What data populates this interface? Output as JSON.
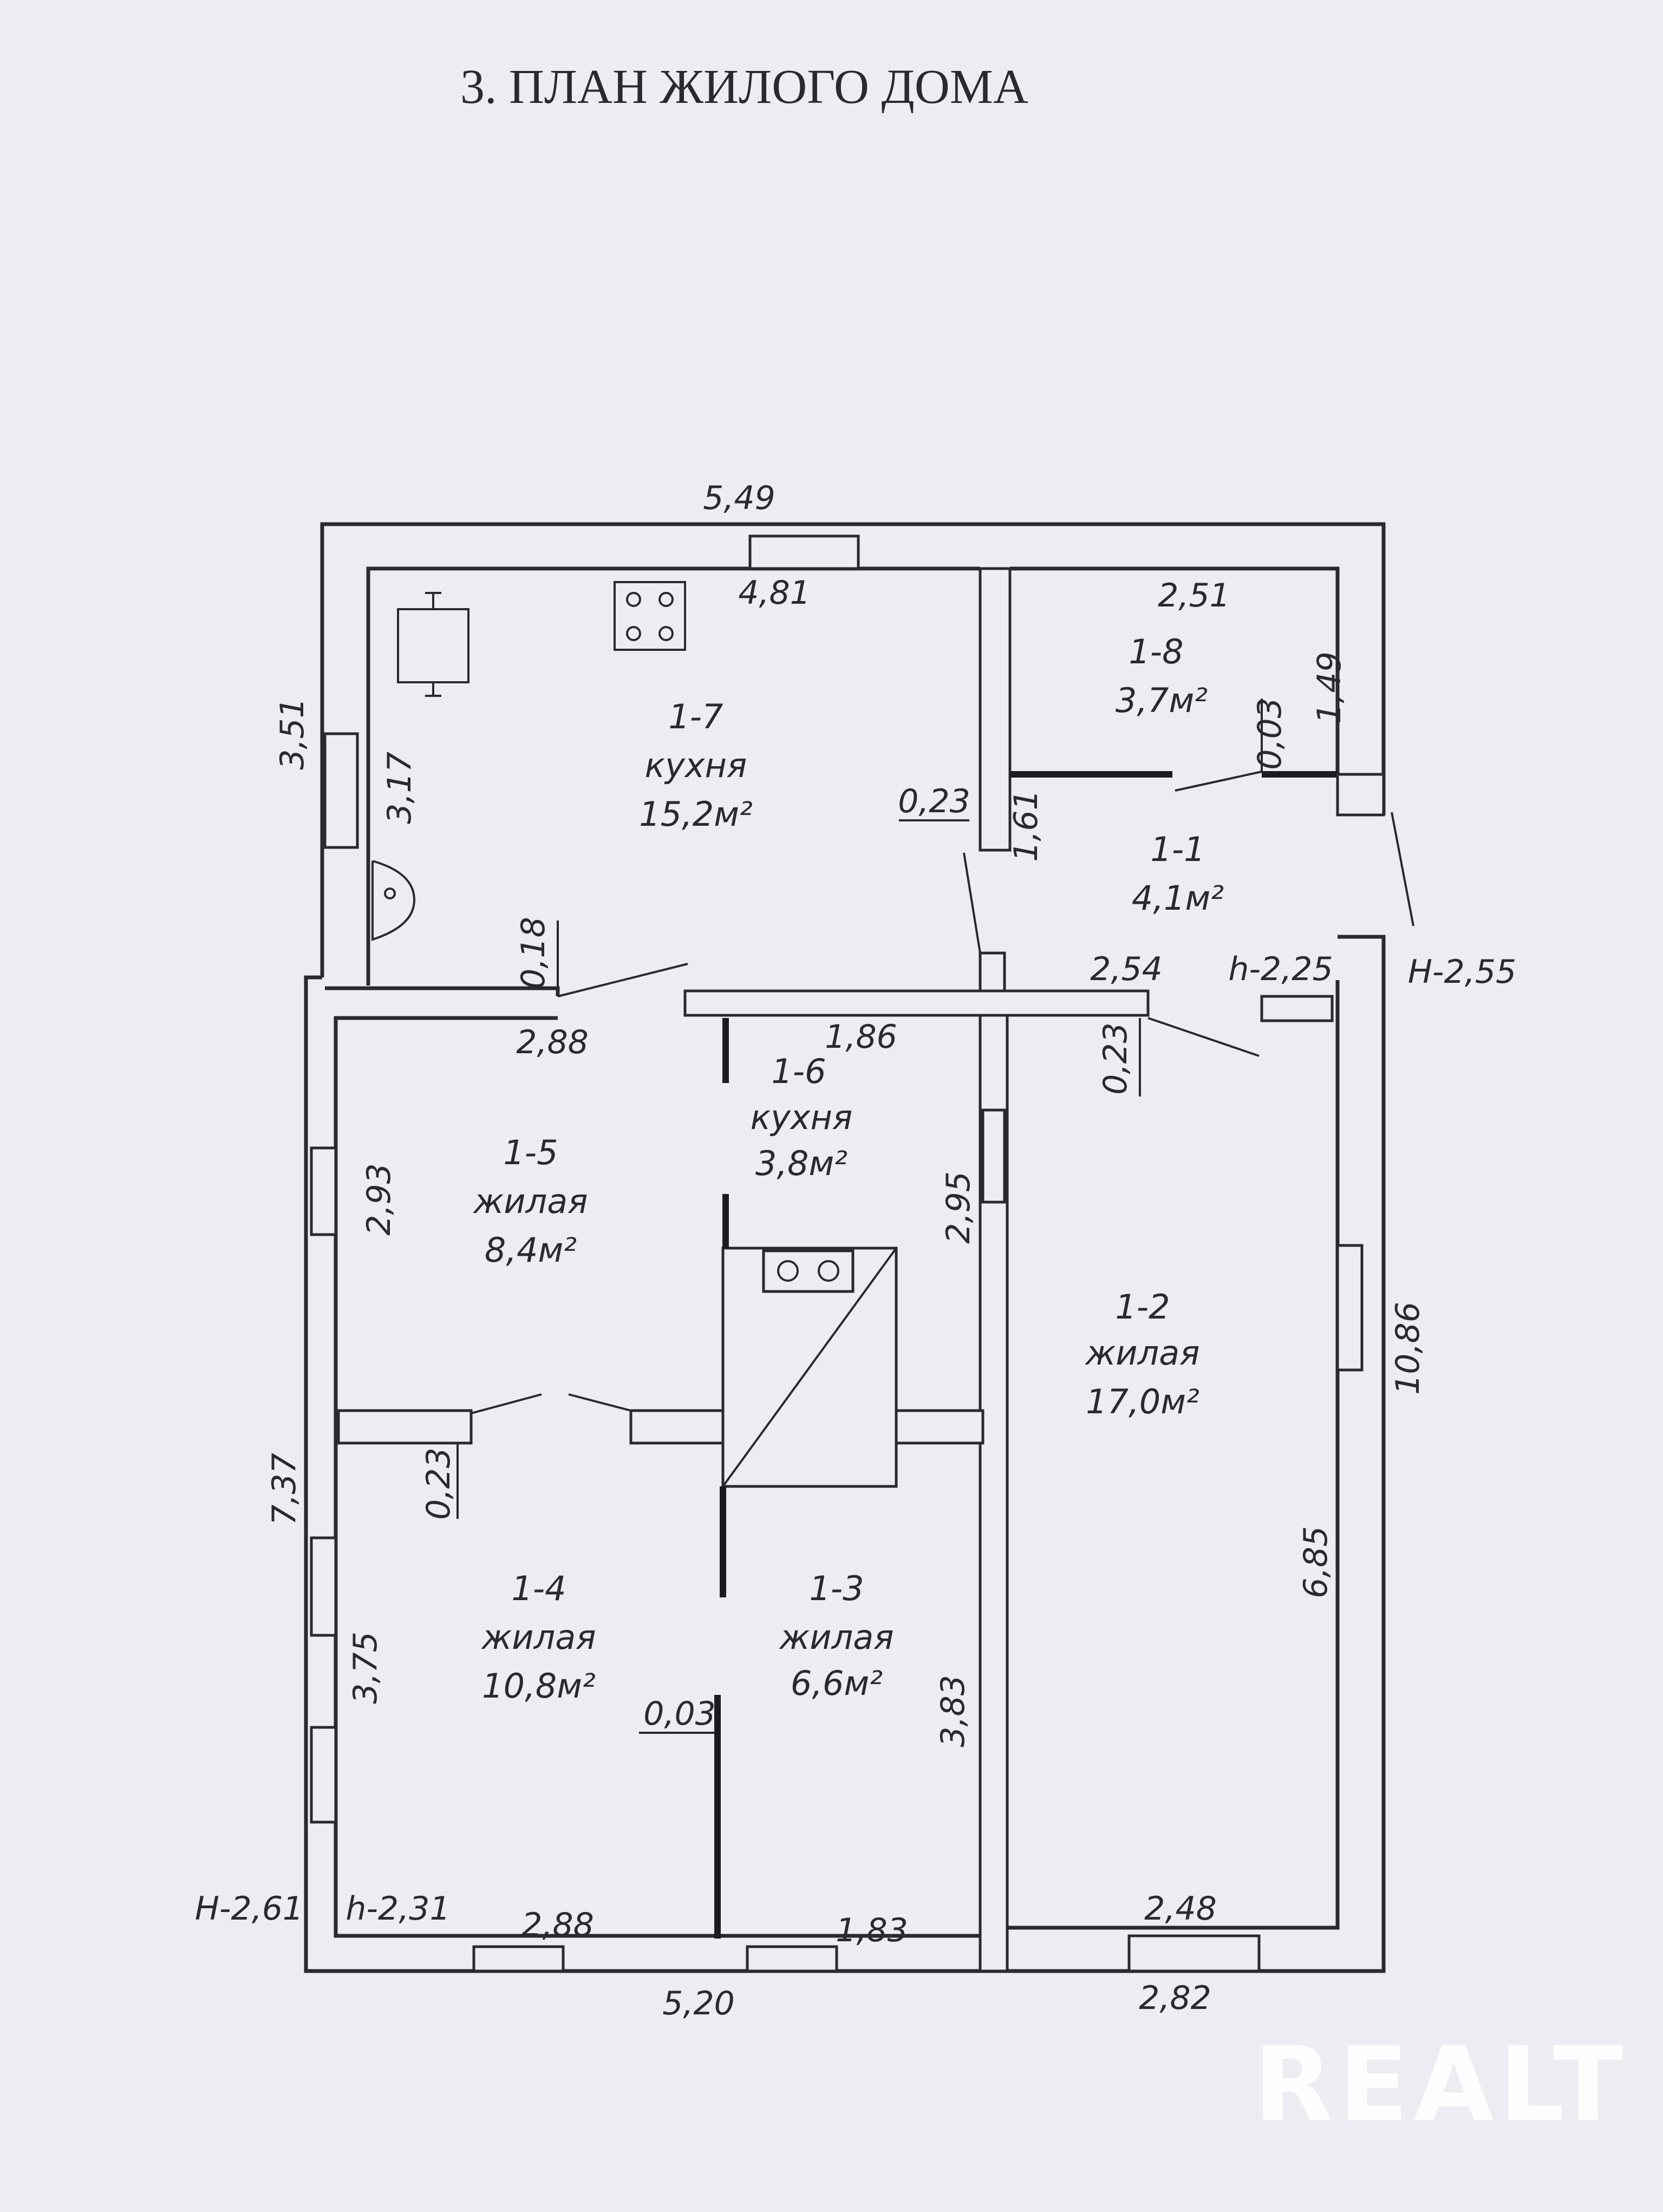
{
  "title": "3. ПЛАН ЖИЛОГО ДОМА",
  "rooms": [
    {
      "id": "1-7",
      "type": "кухня",
      "area": "15,2м²"
    },
    {
      "id": "1-8",
      "type": "",
      "area": "3,7м²"
    },
    {
      "id": "1-1",
      "type": "",
      "area": "4,1м²"
    },
    {
      "id": "1-6",
      "type": "кухня",
      "area": "3,8м²"
    },
    {
      "id": "1-5",
      "type": "жилая",
      "area": "8,4м²"
    },
    {
      "id": "1-2",
      "type": "жилая",
      "area": "17,0м²"
    },
    {
      "id": "1-4",
      "type": "жилая",
      "area": "10,8м²"
    },
    {
      "id": "1-3",
      "type": "жилая",
      "area": "6,6м²"
    }
  ],
  "dimensions": {
    "top_outer": "5,49",
    "top_inner_kitchen": "4,81",
    "top_inner_18": "2,51",
    "left_upper": "3,51",
    "kitchen_height": "3,17",
    "wall_018": "0,18",
    "wall_023_kitchen": "0,23",
    "hall_height": "1,61",
    "room18_height": "1,49",
    "wall_003_upper": "0,03",
    "room15_width": "2,88",
    "room16_width": "1,86",
    "hall_width": "2,54",
    "wall_023_hall": "0,23",
    "h_inner_right": "h-2,25",
    "h_outer_right": "H-2,55",
    "room15_height": "2,93",
    "room16_height": "2,95",
    "right_outer": "10,86",
    "left_outer": "7,37",
    "wall_023_left": "0,23",
    "room14_height": "3,75",
    "wall_003_lower": "0,03",
    "room13_height": "3,83",
    "room12_height": "6,85",
    "h_outer_left": "H-2,61",
    "h_inner_left": "h-2,31",
    "bottom_inner_14": "2,88",
    "bottom_inner_13": "1,83",
    "bottom_inner_12": "2,48",
    "bottom_outer_left": "5,20",
    "bottom_outer_right": "2,82"
  },
  "watermark": "REALT"
}
